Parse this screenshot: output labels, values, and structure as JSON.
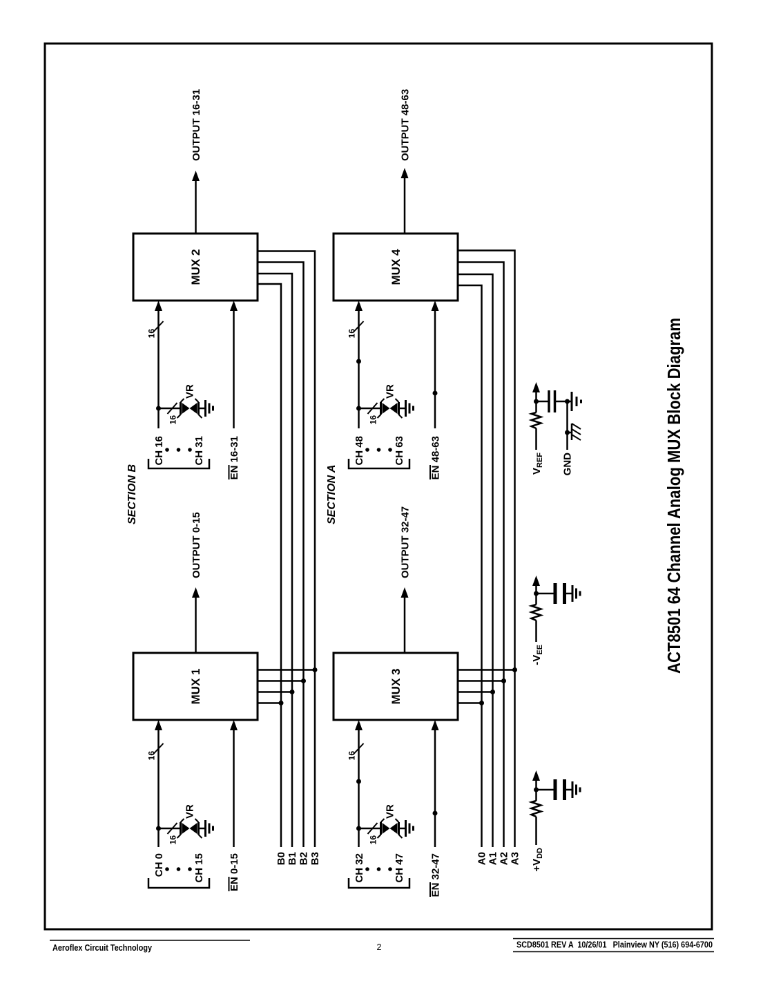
{
  "title": "ACT8501 64 Channel Analog MUX Block Diagram",
  "sections": {
    "section_b": "SECTION B",
    "section_a": "SECTION A"
  },
  "muxes": {
    "mux1": "MUX 1",
    "mux2": "MUX 2",
    "mux3": "MUX 3",
    "mux4": "MUX 4"
  },
  "outputs": {
    "out_0_15": "OUTPUT 0-15",
    "out_16_31": "OUTPUT 16-31",
    "out_32_47": "OUTPUT 32-47",
    "out_48_63": "OUTPUT 48-63"
  },
  "channel_groups": {
    "mux1_first": "CH 0",
    "mux1_last": "CH 15",
    "mux2_first": "CH 16",
    "mux2_last": "CH 31",
    "mux3_first": "CH 32",
    "mux3_last": "CH 47",
    "mux4_first": "CH 48",
    "mux4_last": "CH 63"
  },
  "enables": {
    "en_0_15": "EN 0-15",
    "en_16_31": "EN 16-31",
    "en_32_47": "EN 32-47",
    "en_48_63": "EN 48-63"
  },
  "address_bus": {
    "b": [
      "B0",
      "B1",
      "B2",
      "B3"
    ],
    "a": [
      "A0",
      "A1",
      "A2",
      "A3"
    ]
  },
  "bus_width_marker": "16",
  "vr_label": "VR",
  "power": {
    "vdd_main": "+V",
    "vdd_sub": "DD",
    "vee_main": "-V",
    "vee_sub": "EE",
    "vref_main": "V",
    "vref_sub": "REF",
    "gnd": "GND"
  },
  "footer": {
    "company": "Aeroflex Circuit Technology",
    "page_number": "2",
    "doc_info": "SCD8501 REV A  10/26/01   Plainview NY (516) 694-6700"
  },
  "colors": {
    "ink": "#000000",
    "paper": "#ffffff"
  }
}
